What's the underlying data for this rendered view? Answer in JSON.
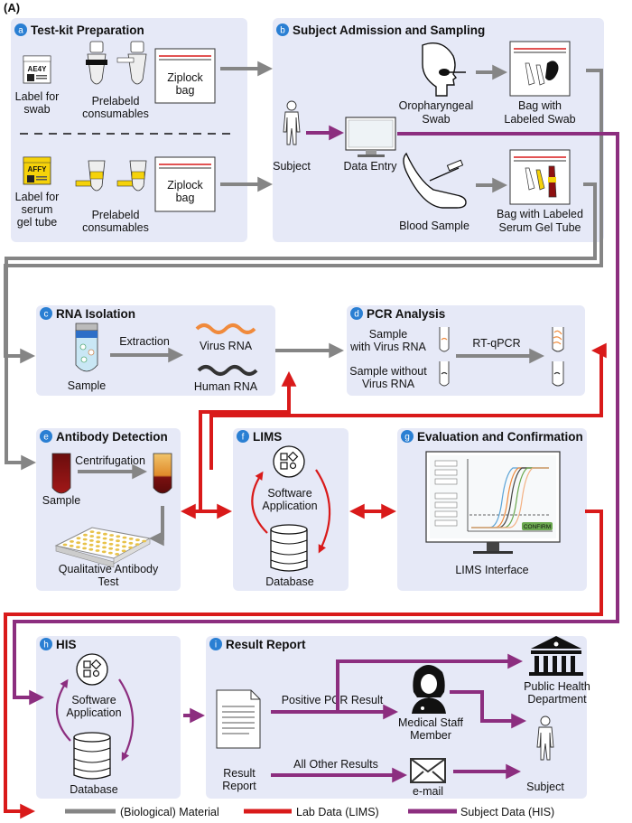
{
  "figure_label": "(A)",
  "colors": {
    "panel_bg": "#e6e9f7",
    "material": "#858585",
    "lab": "#d91a1a",
    "subject": "#8c2e7f",
    "badge": "#2a7fd3"
  },
  "panels": {
    "a": {
      "badge": "a",
      "title": "Test-kit Preparation",
      "label_swab_line1": "Label for",
      "label_swab_line2": "swab",
      "label_serum_line1": "Label for",
      "label_serum_line2": "serum",
      "label_serum_line3": "gel tube",
      "consumables_line1": "Prelabeld",
      "consumables_line2": "consumables",
      "consumables2_line1": "Prelabeld",
      "consumables2_line2": "consumables",
      "ziplock_line1": "Ziplock",
      "ziplock_line2": "bag",
      "ziplock2_line1": "Ziplock",
      "ziplock2_line2": "bag",
      "tag1": "AE4Y",
      "tag2": "AFFY"
    },
    "b": {
      "badge": "b",
      "title": "Subject Admission and Sampling",
      "swab_line1": "Oropharyngeal",
      "swab_line2": "Swab",
      "bag_swab_line1": "Bag with",
      "bag_swab_line2": "Labeled Swab",
      "subject": "Subject",
      "data_entry": "Data Entry",
      "blood": "Blood Sample",
      "bag_serum_line1": "Bag with Labeled",
      "bag_serum_line2": "Serum Gel Tube"
    },
    "c": {
      "badge": "c",
      "title": "RNA Isolation",
      "extraction": "Extraction",
      "virus_rna": "Virus RNA",
      "human_rna": "Human RNA",
      "sample": "Sample"
    },
    "d": {
      "badge": "d",
      "title": "PCR Analysis",
      "with_line1": "Sample",
      "with_line2": "with Virus RNA",
      "without_line1": "Sample without",
      "without_line2": "Virus RNA",
      "rtqpcr": "RT-qPCR"
    },
    "e": {
      "badge": "e",
      "title": "Antibody Detection",
      "centrifugation": "Centrifugation",
      "sample": "Sample",
      "test_line1": "Qualitative Antibody",
      "test_line2": "Test"
    },
    "f": {
      "badge": "f",
      "title": "LIMS",
      "app_line1": "Software",
      "app_line2": "Application",
      "database": "Database"
    },
    "g": {
      "badge": "g",
      "title": "Evaluation and Confirmation",
      "interface": "LIMS Interface",
      "confirm": "CONFIRM"
    },
    "h": {
      "badge": "h",
      "title": "HIS",
      "app_line1": "Software",
      "app_line2": "Application",
      "database": "Database"
    },
    "i": {
      "badge": "i",
      "title": "Result Report",
      "report_line1": "Result",
      "report_line2": "Report",
      "positive": "Positive PCR Result",
      "all_other": "All Other Results",
      "staff_line1": "Medical Staff",
      "staff_line2": "Member",
      "health_line1": "Public Health",
      "health_line2": "Department",
      "email": "e-mail",
      "subject": "Subject"
    }
  },
  "legend": {
    "material": "(Biological) Material",
    "lab": "Lab Data (LIMS)",
    "subject": "Subject Data (HIS)"
  }
}
